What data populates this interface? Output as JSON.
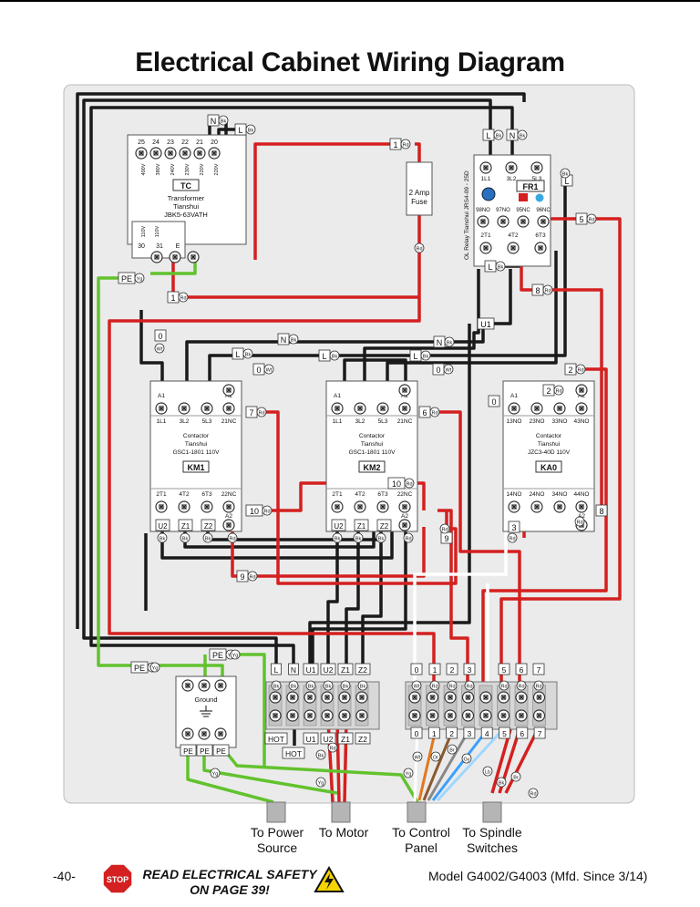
{
  "header": {
    "title": "Electrical Cabinet Wiring Diagram"
  },
  "transformer": {
    "id": "TC",
    "name": "Transformer",
    "maker": "Tianshui",
    "model": "JBK5-63VATH",
    "top_terminals": [
      "25",
      "24",
      "23",
      "22",
      "21",
      "20"
    ],
    "top_volts": [
      "400V",
      "380V",
      "240V",
      "230V",
      "220V",
      "220V"
    ],
    "bottom_volts": [
      "110V",
      "110V"
    ],
    "bottom_terminals": [
      "30",
      "31",
      "E"
    ]
  },
  "fuse": {
    "label_line1": "2 Amp",
    "label_line2": "Fuse"
  },
  "overload": {
    "id": "FR1",
    "side_text": "OL Relay Tianshui JRS4-09 - 25D",
    "top_terminals": [
      "1L1",
      "3L2",
      "5L3"
    ],
    "mid_terminals": [
      "98NO",
      "97NO",
      "95NC",
      "96NC"
    ],
    "bottom_terminals": [
      "2T1",
      "4T2",
      "6T3"
    ]
  },
  "km1": {
    "id": "KM1",
    "line1": "Contactor",
    "line2": "Tianshui",
    "line3": "GSC1-1801 110V",
    "top": [
      "A1",
      "1L1",
      "3L2",
      "5L3",
      "A2",
      "21NC"
    ],
    "bottom": [
      "2T1",
      "4T2",
      "6T3",
      "22NC",
      "A2"
    ],
    "outs": [
      "U2",
      "Z1",
      "Z2"
    ]
  },
  "km2": {
    "id": "KM2",
    "line1": "Contactor",
    "line2": "Tianshui",
    "line3": "GSC1-1801 110V",
    "top": [
      "A1",
      "1L1",
      "3L2",
      "5L3",
      "A2",
      "21NC"
    ],
    "bottom": [
      "2T1",
      "4T2",
      "6T3",
      "22NC",
      "A2"
    ],
    "outs": [
      "U2",
      "Z1",
      "Z2"
    ]
  },
  "ka0": {
    "id": "KA0",
    "line1": "Contactor",
    "line2": "Tianshui",
    "line3": "JZC3-40D 110V",
    "top": [
      "A1",
      "A2",
      "13NO",
      "23NO",
      "33NO",
      "43NO"
    ],
    "bottom": [
      "14NO",
      "24NO",
      "34NO",
      "44NO",
      "A2"
    ]
  },
  "ground": {
    "label": "Ground",
    "pe": [
      "PE",
      "PE",
      "PE"
    ]
  },
  "wire_tags": {
    "n": "N",
    "l": "L",
    "pe": "PE",
    "u1": "U1",
    "one": "1",
    "two": "2",
    "three": "3",
    "five": "5",
    "six": "6",
    "seven": "7",
    "eight": "8",
    "nine": "9",
    "ten": "10",
    "zero": "0",
    "hot": "HOT",
    "u2": "U2",
    "z1": "Z1",
    "z2": "Z2"
  },
  "colors": {
    "black": "Bk",
    "red": "Rd",
    "white": "Wt",
    "yellow_green": "Yg",
    "orange": "Or",
    "brown": "Br",
    "blue": "Bu",
    "light_blue": "Lb",
    "gray": "Gy"
  },
  "strip_left": {
    "top": [
      "L",
      "N",
      "U1",
      "U2",
      "Z1",
      "Z2"
    ],
    "bottom": [
      "HOT",
      "U1",
      "U2",
      "Z1",
      "Z2"
    ]
  },
  "strip_right": {
    "top": [
      "0",
      "1",
      "2",
      "3",
      "5",
      "6",
      "7"
    ],
    "bottom": [
      "0",
      "1",
      "2",
      "3",
      "4",
      "5",
      "6",
      "7"
    ]
  },
  "outputs": [
    {
      "line1": "To Power",
      "line2": "Source"
    },
    {
      "line1": "To Motor",
      "line2": ""
    },
    {
      "line1": "To Control",
      "line2": "Panel"
    },
    {
      "line1": "To Spindle",
      "line2": "Switches"
    }
  ],
  "footer": {
    "page": "-40-",
    "stop": "STOP",
    "warn_line1": "READ ELECTRICAL SAFETY",
    "warn_line2": "ON PAGE 39!",
    "model": "Model G4002/G4003 (Mfd. Since 3/14)"
  }
}
